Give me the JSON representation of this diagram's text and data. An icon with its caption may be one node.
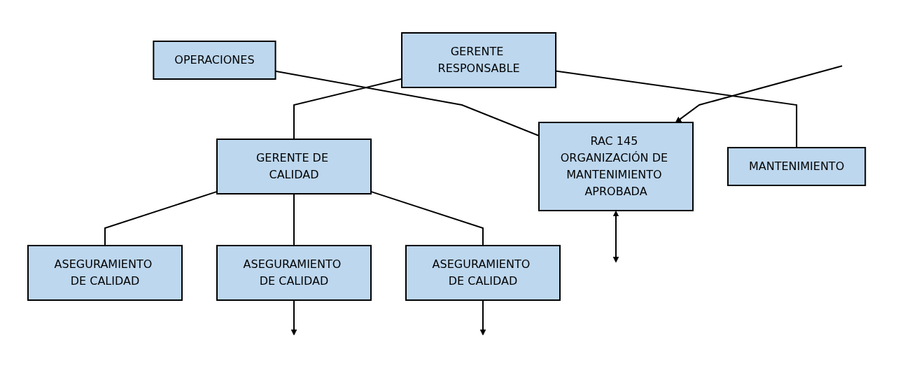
{
  "diagram": {
    "nodes": [
      {
        "text": [
          "GERENTE RESPONSABLE"
        ]
      },
      {
        "text": [
          "GERENTE DE CALIDAD"
        ]
      },
      {
        "text": [
          "ASEGURAMIENTO DE CALIDAD"
        ]
      },
      {
        "text": [
          "RAC 145 ORGANIZACIÓN DE MANTENIMIENTO APROBADA"
        ]
      },
      {
        "text": [
          "MANTENIMIENTO"
        ]
      },
      {
        "text": [
          "ASEGURAMIENTO DE CALIDAD"
        ]
      },
      {
        "text": [
          "OPERACIONES"
        ]
      },
      {
        "text": [
          "ASEGURAMIENTO DE CALIDAD"
        ]
      }
    ],
    "edges": [
      {
        "from": 0,
        "to": 1,
        "arrow": "none"
      },
      {
        "from": 0,
        "to": 4,
        "arrow": "none"
      },
      {
        "from": 1,
        "to": 2,
        "arrow": "none"
      },
      {
        "from": 1,
        "to": 5,
        "arrow": "none"
      },
      {
        "from": 1,
        "to": 7,
        "arrow": "none"
      },
      {
        "from": 6,
        "to": 3,
        "arrow": "none"
      },
      {
        "from": null,
        "to": 3,
        "arrow": "to"
      },
      {
        "from": 3,
        "to": null,
        "arrow": "both"
      },
      {
        "from": 5,
        "to": null,
        "arrow": "to"
      },
      {
        "from": 7,
        "to": null,
        "arrow": "to"
      }
    ]
  }
}
